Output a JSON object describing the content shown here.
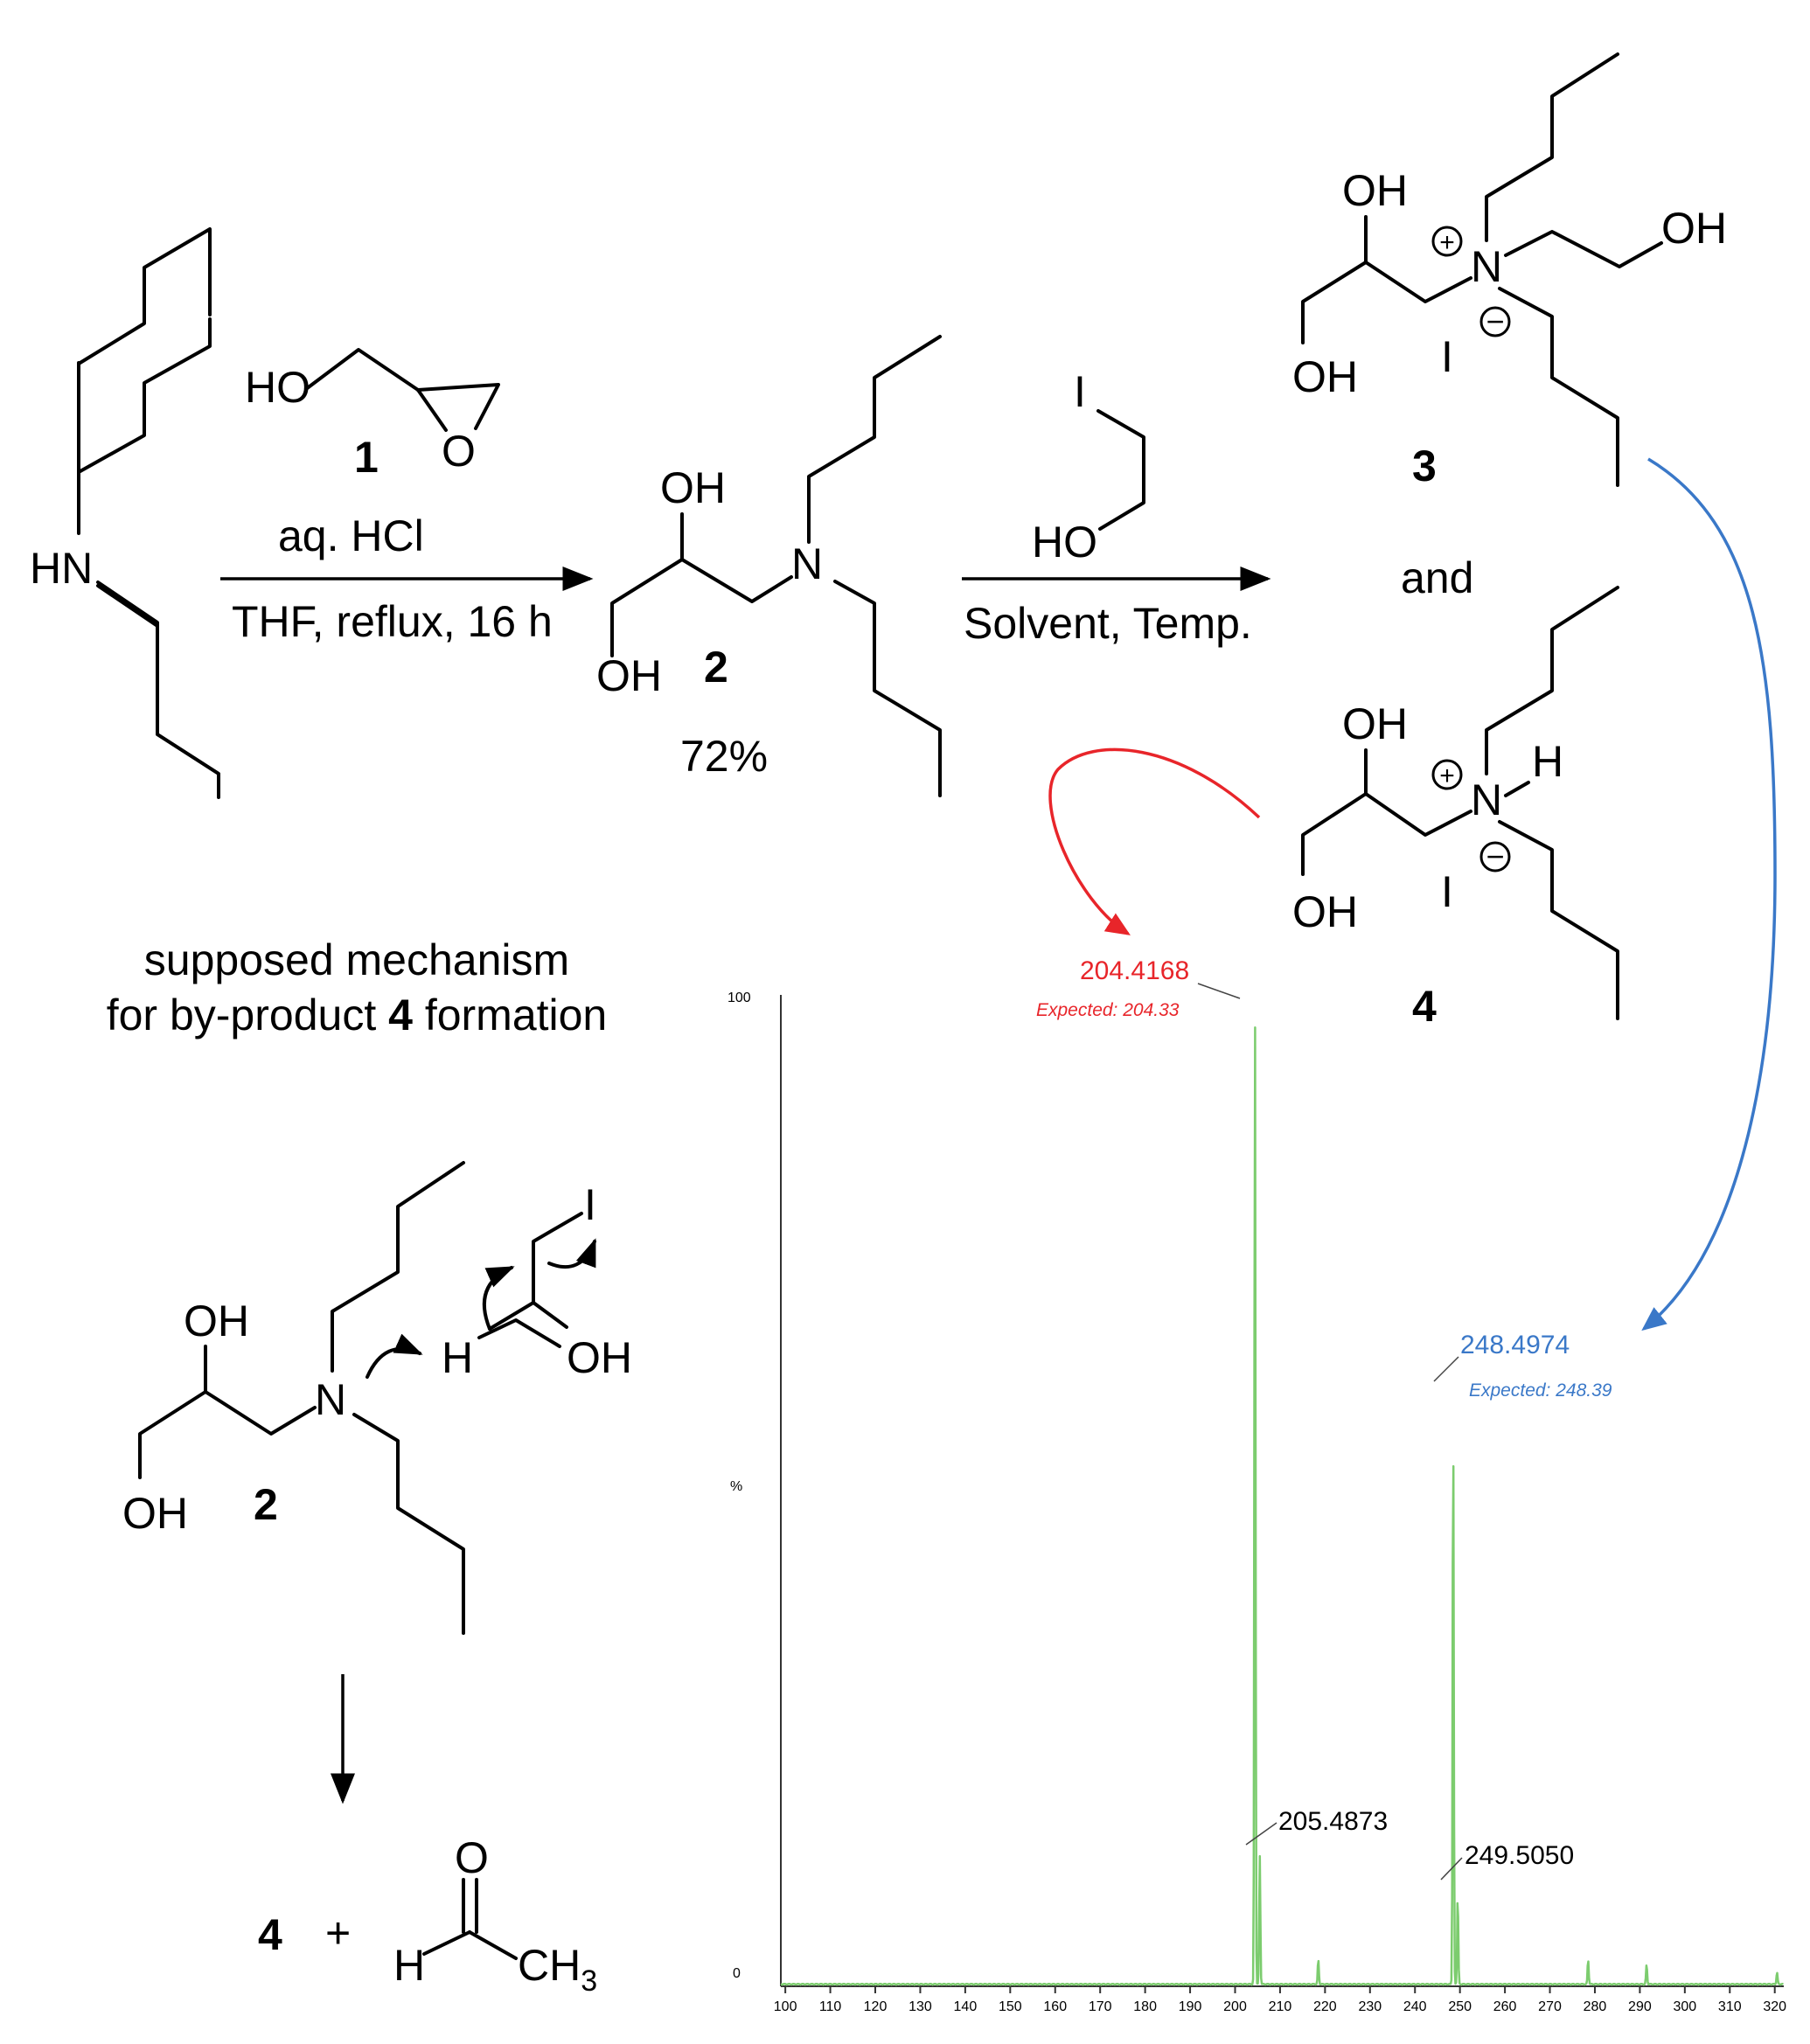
{
  "scheme": {
    "reactant_label": "HN",
    "reagent1": {
      "text": "HO",
      "ring_oxygen": "O",
      "number": "1"
    },
    "step1_conditions": {
      "above": "aq. HCl",
      "below": "THF, reflux, 16 h"
    },
    "product2": {
      "oh_top": "OH",
      "oh_bottom": "OH",
      "nitrogen": "N",
      "number": "2",
      "yield": "72%"
    },
    "reagent2": {
      "iodine": "I",
      "ho": "HO"
    },
    "step2_conditions": {
      "below": "Solvent, Temp."
    },
    "product3": {
      "oh_top": "OH",
      "oh_right": "OH",
      "oh_bottom": "OH",
      "nitrogen": "N",
      "plus": "+",
      "minus": "−",
      "iodide": "I",
      "number": "3"
    },
    "and_label": "and",
    "product4": {
      "oh_top": "OH",
      "oh_bottom": "OH",
      "nitrogen": "N",
      "hydrogen": "H",
      "plus": "+",
      "minus": "−",
      "iodide": "I",
      "number": "4"
    }
  },
  "mechanism": {
    "title_line1": "supposed mechanism",
    "title_line2_pre": "for by-product ",
    "title_line2_bold": "4",
    "title_line2_post": " formation",
    "oh_top": "OH",
    "oh_bottom": "OH",
    "nitrogen": "N",
    "number": "2",
    "iodine": "I",
    "h": "H",
    "oh_right": "OH",
    "result_number": "4",
    "plus_sign": "+",
    "carbonyl_o": "O",
    "aldehyde_h": "H",
    "ch3": "CH",
    "ch3_sub": "3"
  },
  "colors": {
    "spectrum": "#7ccc6e",
    "red": "#e8252a",
    "blue": "#3a78c8",
    "black": "#000000"
  },
  "chart_data": {
    "type": "line",
    "x_ticks": [
      100,
      110,
      120,
      130,
      140,
      150,
      160,
      170,
      180,
      190,
      200,
      210,
      220,
      230,
      240,
      250,
      260,
      270,
      280,
      290,
      300,
      310,
      320
    ],
    "xlim": [
      99,
      322
    ],
    "ylim": [
      0,
      100
    ],
    "y_tick_labels": {
      "top": "100",
      "mid": "%",
      "bottom": "0"
    },
    "peaks": [
      {
        "mz": 204.4168,
        "intensity": 100
      },
      {
        "mz": 205.4873,
        "intensity": 13
      },
      {
        "mz": 218.5,
        "intensity": 2.5
      },
      {
        "mz": 248.4974,
        "intensity": 57
      },
      {
        "mz": 249.505,
        "intensity": 9
      },
      {
        "mz": 278.5,
        "intensity": 2.5
      },
      {
        "mz": 291.5,
        "intensity": 2
      },
      {
        "mz": 320.5,
        "intensity": 1.2
      }
    ],
    "annotations": [
      {
        "label": "204.4168",
        "expected": "Expected: 204.33",
        "color": "red"
      },
      {
        "label": "205.4873",
        "color": "black"
      },
      {
        "label": "248.4974",
        "expected": "Expected: 248.39",
        "color": "blue"
      },
      {
        "label": "249.5050",
        "color": "black"
      }
    ]
  }
}
